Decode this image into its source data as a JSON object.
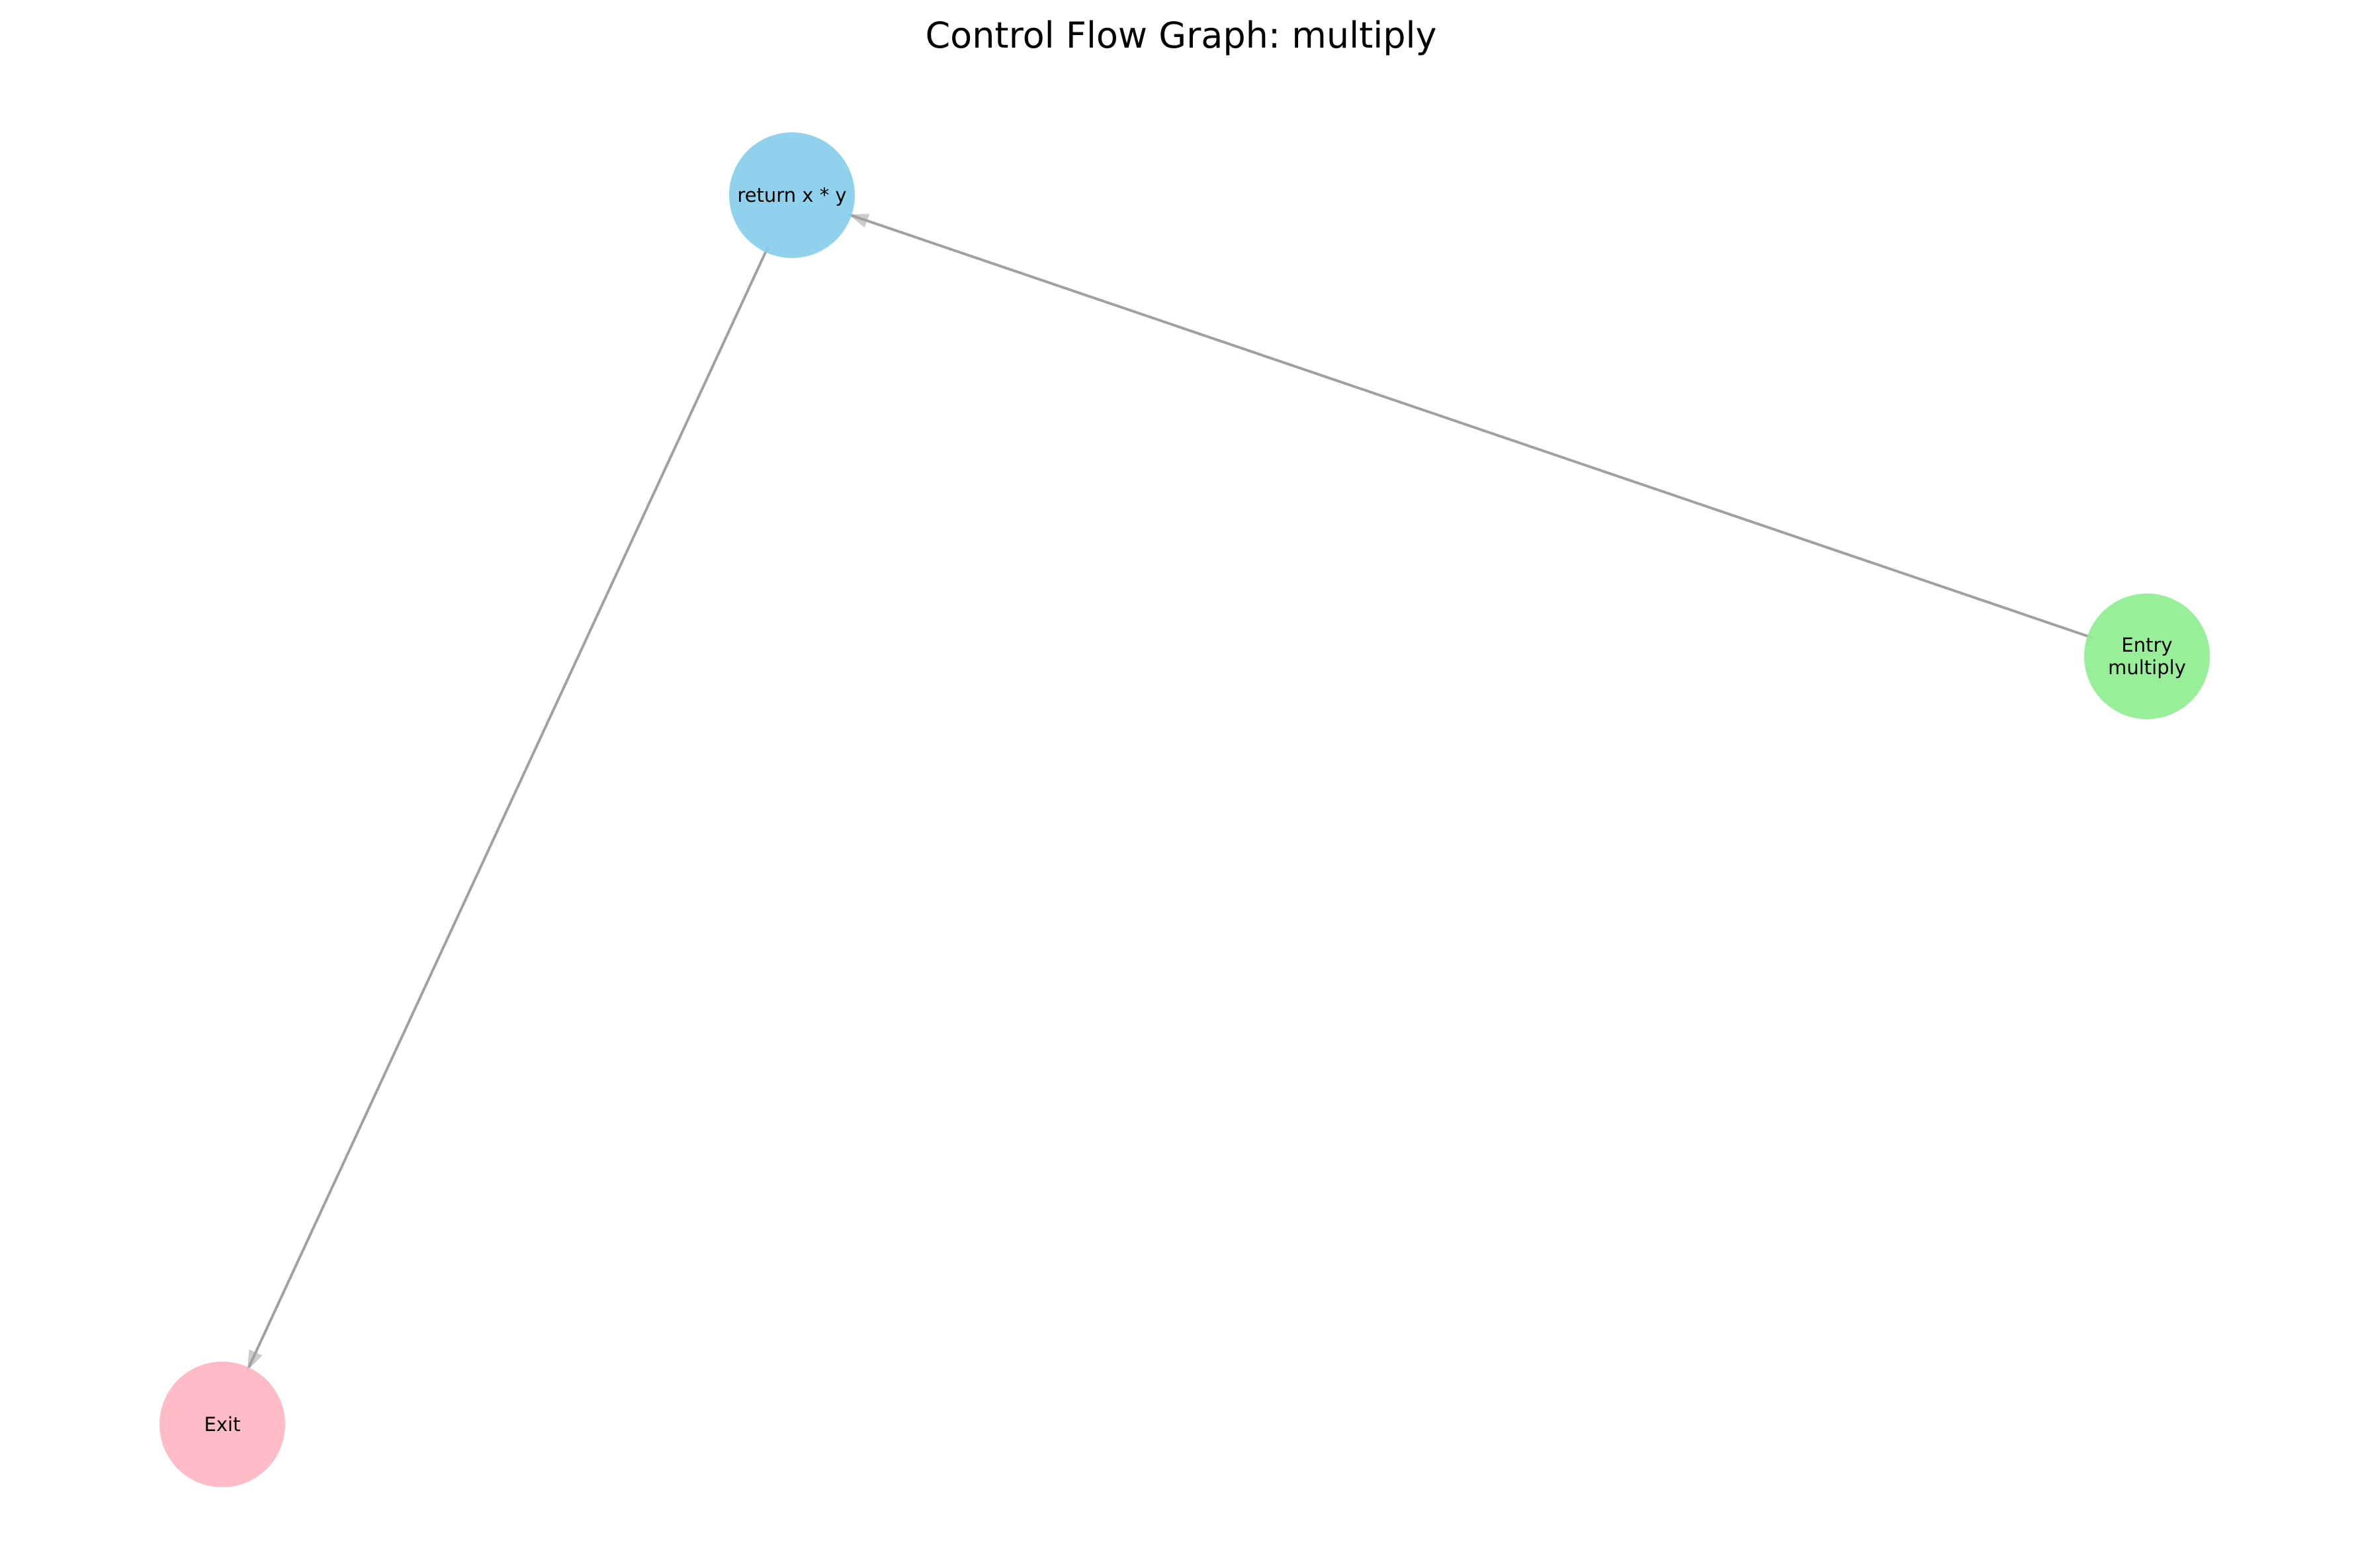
{
  "title": "Control Flow Graph: multiply",
  "graph": {
    "nodes": [
      {
        "id": "entry",
        "label_lines": [
          "Entry",
          "multiply"
        ],
        "color": "#90EE90"
      },
      {
        "id": "return",
        "label_lines": [
          "return x * y"
        ],
        "color": "#87CEEB"
      },
      {
        "id": "exit",
        "label_lines": [
          "Exit"
        ],
        "color": "#FFB6C1"
      }
    ],
    "edges": [
      {
        "from": "entry",
        "to": "return"
      },
      {
        "from": "return",
        "to": "exit"
      }
    ],
    "edge_color": "#A0A0A0"
  }
}
